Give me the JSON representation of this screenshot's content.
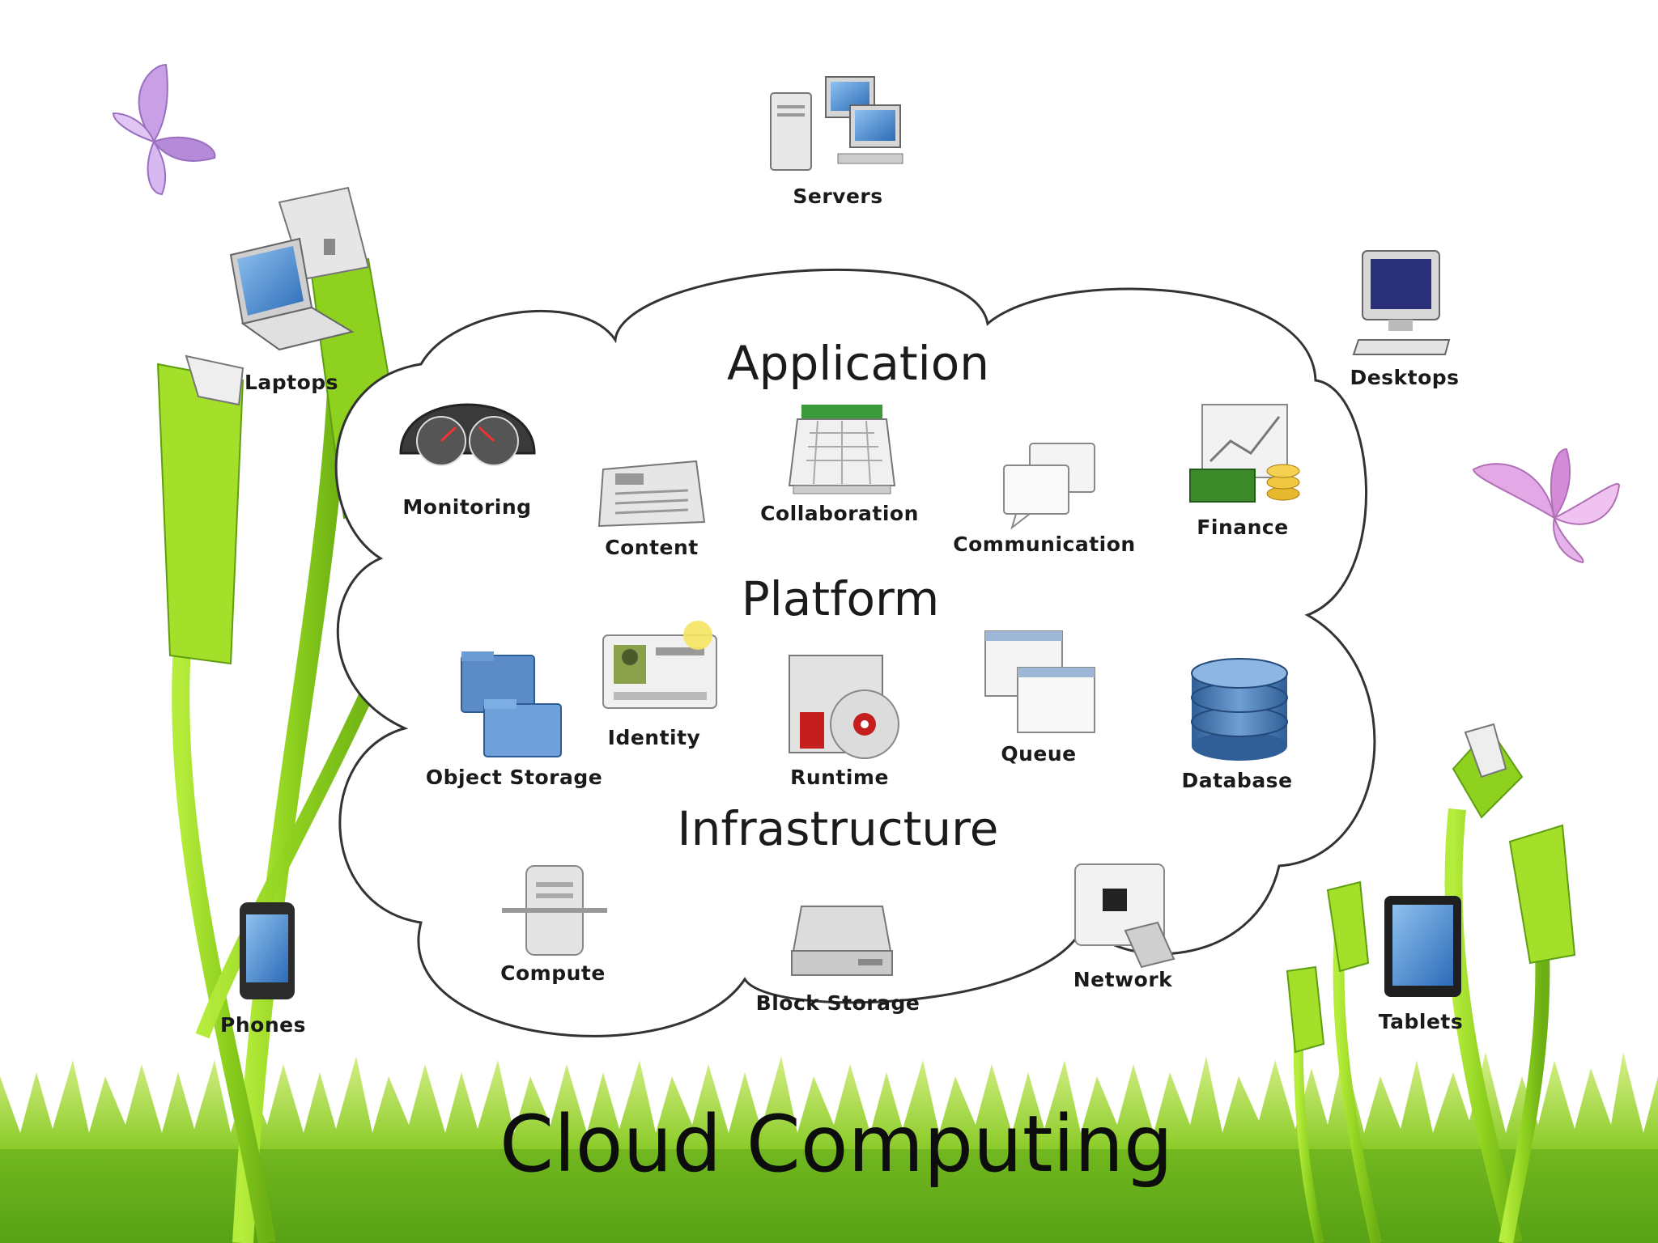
{
  "title": "Cloud Computing",
  "tiers": {
    "application": "Application",
    "platform": "Platform",
    "infrastructure": "Infrastructure"
  },
  "devices": {
    "servers": "Servers",
    "laptops": "Laptops",
    "desktops": "Desktops",
    "phones": "Phones",
    "tablets": "Tablets"
  },
  "application_items": {
    "monitoring": "Monitoring",
    "content": "Content",
    "collaboration": "Collaboration",
    "communication": "Communication",
    "finance": "Finance"
  },
  "platform_items": {
    "object_storage": "Object Storage",
    "identity": "Identity",
    "runtime": "Runtime",
    "queue": "Queue",
    "database": "Database"
  },
  "infrastructure_items": {
    "compute": "Compute",
    "block_storage": "Block Storage",
    "network": "Network"
  },
  "colors": {
    "cable_green": "#8fd11f",
    "grass_green": "#9fd63a",
    "butterfly_pink": "#d99be0",
    "cloud_outline": "#333333"
  }
}
